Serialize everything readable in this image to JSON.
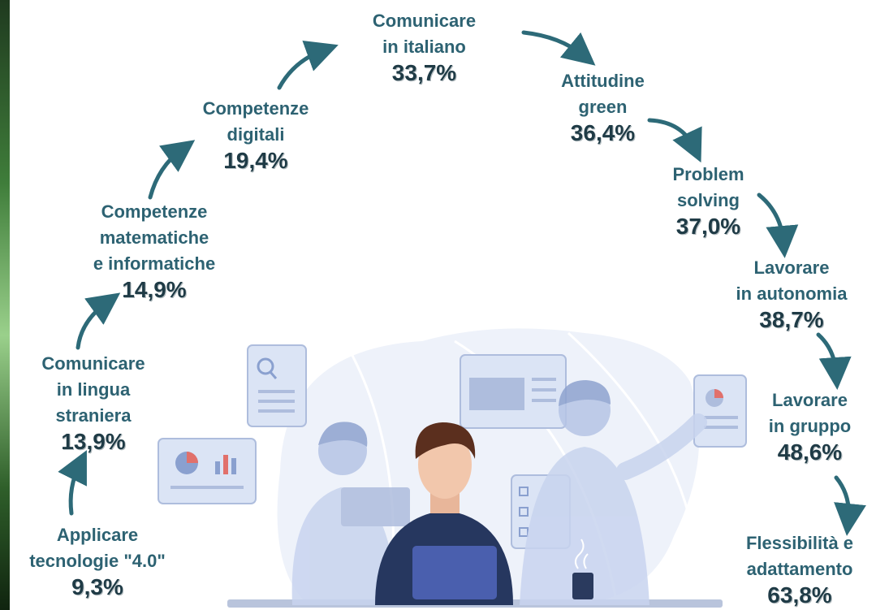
{
  "skills": [
    {
      "label_lines": [
        "Applicare",
        "tecnologie \"4.0\""
      ],
      "pct": "9,3%"
    },
    {
      "label_lines": [
        "Comunicare",
        "in lingua",
        "straniera"
      ],
      "pct": "13,9%"
    },
    {
      "label_lines": [
        "Competenze",
        "matematiche",
        "e informatiche"
      ],
      "pct": "14,9%"
    },
    {
      "label_lines": [
        "Competenze",
        "digitali"
      ],
      "pct": "19,4%"
    },
    {
      "label_lines": [
        "Comunicare",
        "in italiano"
      ],
      "pct": "33,7%"
    },
    {
      "label_lines": [
        "Attitudine",
        "green"
      ],
      "pct": "36,4%"
    },
    {
      "label_lines": [
        "Problem",
        "solving"
      ],
      "pct": "37,0%"
    },
    {
      "label_lines": [
        "Lavorare",
        "in autonomia"
      ],
      "pct": "38,7%"
    },
    {
      "label_lines": [
        "Lavorare",
        "in gruppo"
      ],
      "pct": "48,6%"
    },
    {
      "label_lines": [
        "Flessibilità e",
        "adattamento"
      ],
      "pct": "63,8%"
    }
  ],
  "colors": {
    "label": "#2d6272",
    "percent": "#1f3b46",
    "arrow": "#2d6a78",
    "illustration": "#c9d6ee"
  }
}
